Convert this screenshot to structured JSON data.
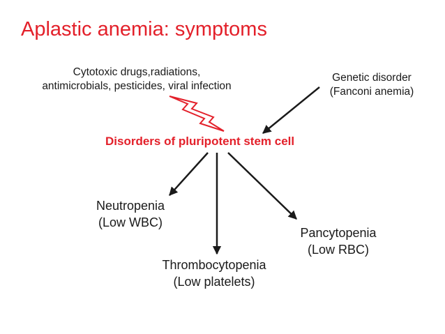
{
  "title": "Aplastic anemia: symptoms",
  "causes": {
    "acquired_line1": "Cytotoxic drugs,radiations,",
    "acquired_line2": "antimicrobials, pesticides, viral infection",
    "genetic_line1": "Genetic disorder",
    "genetic_line2": "(Fanconi anemia)"
  },
  "center": "Disorders of pluripotent stem cell",
  "outcomes": {
    "neutropenia": "Neutropenia",
    "neutropenia_note": "(Low WBC)",
    "thrombocytopenia": "Thrombocytopenia",
    "thrombocytopenia_note": "(Low platelets)",
    "pancytopenia": "Pancytopenia",
    "pancytopenia_note": "(Low RBC)"
  },
  "colors": {
    "accent": "#e3202a",
    "text": "#1a1a1a",
    "background": "#ffffff"
  },
  "icons": [
    "lightning-bolt-icon"
  ]
}
